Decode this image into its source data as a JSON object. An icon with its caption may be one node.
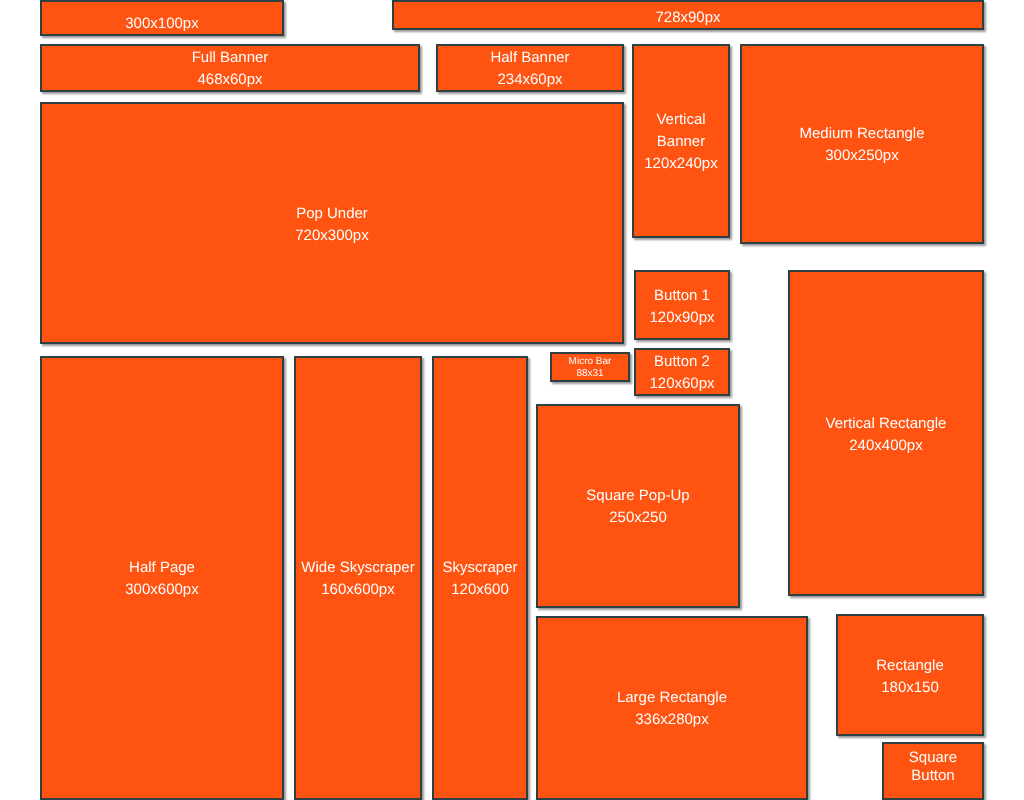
{
  "diagram": {
    "nodes": [
      {
        "text": [
          "300x100px"
        ]
      },
      {
        "text": [
          "728x90px"
        ]
      },
      {
        "text": [
          "Full Banner",
          "468x60px"
        ]
      },
      {
        "text": [
          "Half Banner",
          "234x60px"
        ]
      },
      {
        "text": [
          "Vertical Banner",
          "120x240px"
        ]
      },
      {
        "text": [
          "Medium Rectangle",
          "300x250px"
        ]
      },
      {
        "text": [
          "Pop Under",
          "720x300px"
        ]
      },
      {
        "text": [
          "Button 1",
          "120x90px"
        ]
      },
      {
        "text": [
          "Micro Bar",
          "88x31"
        ]
      },
      {
        "text": [
          "Button 2",
          "120x60px"
        ]
      },
      {
        "text": [
          "Vertical Rectangle",
          "240x400px"
        ]
      },
      {
        "text": [
          "Half Page",
          "300x600px"
        ]
      },
      {
        "text": [
          "Wide Skyscraper",
          "160x600px"
        ]
      },
      {
        "text": [
          "Skyscraper",
          "120x600"
        ]
      },
      {
        "text": [
          "Square Pop-Up",
          "250x250"
        ]
      },
      {
        "text": [
          "Large Rectangle",
          "336x280px"
        ]
      },
      {
        "text": [
          "Rectangle",
          "180x150"
        ]
      },
      {
        "text": [
          "Square Button"
        ]
      }
    ]
  }
}
